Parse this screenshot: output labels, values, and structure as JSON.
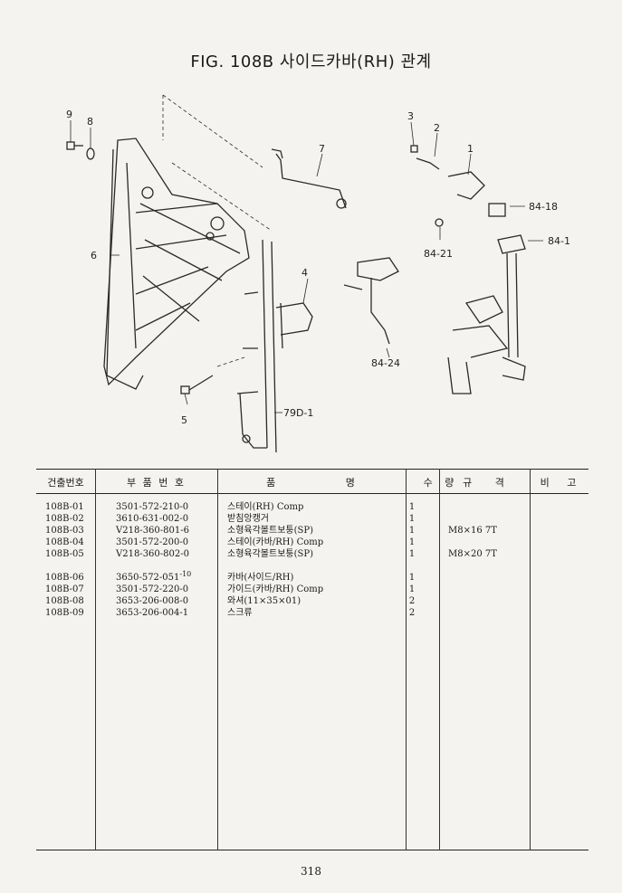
{
  "title": "FIG. 108B 사이드카바(RH) 관계",
  "callouts": {
    "c1": "1",
    "c2": "2",
    "c3": "3",
    "c4": "4",
    "c5": "5",
    "c6": "6",
    "c7": "7",
    "c8": "8",
    "c9": "9",
    "c79d1": "79D-1",
    "c8418": "84-18",
    "c841": "84-1",
    "c8421": "84-21",
    "c8424": "84-24"
  },
  "table": {
    "headers": {
      "no": "건출번호",
      "part": "부 품 번 호",
      "desc": "품 명",
      "qty": "수 량",
      "spec": "규 격",
      "remark": "비 고"
    },
    "rows": [
      {
        "no": "108B-01",
        "part": "3501-572-210-0",
        "part_sup": "",
        "desc": "스테이(RH) Comp",
        "qty": "1",
        "spec": ""
      },
      {
        "no": "108B-02",
        "part": "3610-631-002-0",
        "part_sup": "",
        "desc": "받침앙캥거",
        "qty": "1",
        "spec": ""
      },
      {
        "no": "108B-03",
        "part": "V218-360-801-6",
        "part_sup": "",
        "desc": "소형육각볼트보퉁(SP)",
        "qty": "1",
        "spec": "M8×16 7T"
      },
      {
        "no": "108B-04",
        "part": "3501-572-200-0",
        "part_sup": "",
        "desc": "스테이(카바/RH) Comp",
        "qty": "1",
        "spec": ""
      },
      {
        "no": "108B-05",
        "part": "V218-360-802-0",
        "part_sup": "",
        "desc": "소형육각볼트보퉁(SP)",
        "qty": "1",
        "spec": "M8×20 7T"
      },
      {
        "no": "108B-06",
        "part": "3650-572-051",
        "part_sup": "-10",
        "desc": "카바(사이드/RH)",
        "qty": "1",
        "spec": ""
      },
      {
        "no": "108B-07",
        "part": "3501-572-220-0",
        "part_sup": "",
        "desc": "가이드(카바/RH) Comp",
        "qty": "1",
        "spec": ""
      },
      {
        "no": "108B-08",
        "part": "3653-206-008-0",
        "part_sup": "",
        "desc": "와셔(11×35×01)",
        "qty": "2",
        "spec": ""
      },
      {
        "no": "108B-09",
        "part": "3653-206-004-1",
        "part_sup": "",
        "desc": "스크류",
        "qty": "2",
        "spec": ""
      }
    ]
  },
  "page_number": "318"
}
